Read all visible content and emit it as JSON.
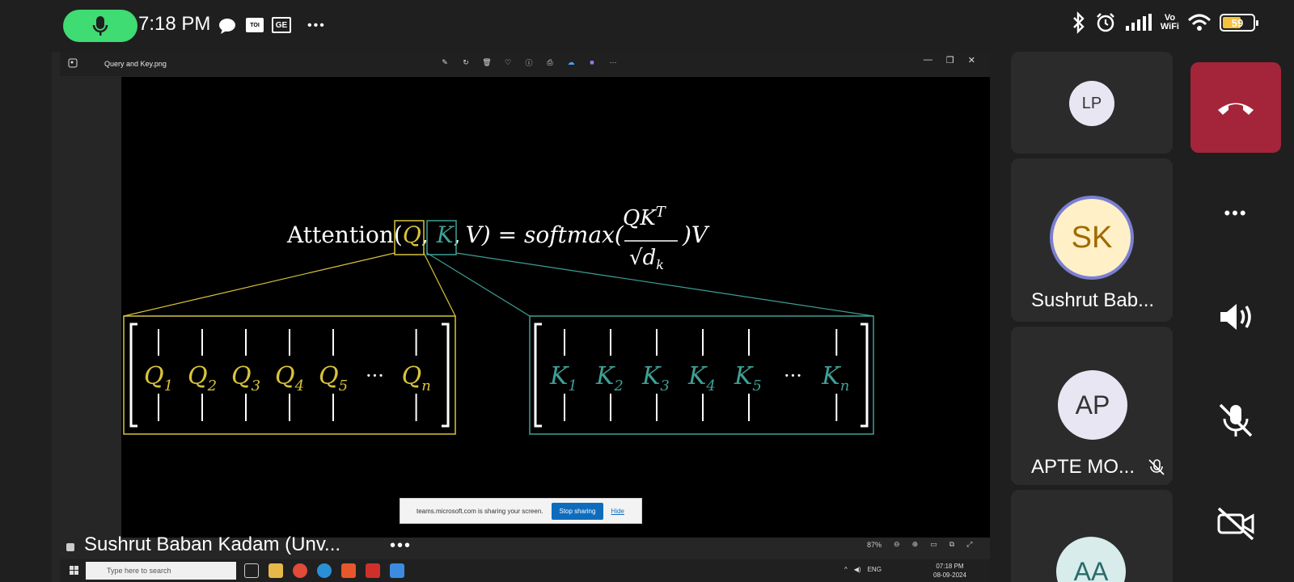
{
  "status_bar": {
    "time": "7:18 PM",
    "icons": [
      "mic-icon",
      "chat-icon",
      "toi-icon",
      "ge-icon",
      "more-icon",
      "bluetooth-icon",
      "alarm-icon",
      "signal-icon",
      "wifi-icon"
    ],
    "toi_label": "TOI",
    "ge_label": "GE",
    "more": "•••",
    "vo_label": "Vo",
    "wifi_label": "WiFi",
    "battery": "59"
  },
  "shared_window": {
    "app_icon": "photos-icon",
    "file_name": "Query and Key.png",
    "toolbar_icons": [
      "edit-icon",
      "rotate-icon",
      "delete-icon",
      "favorite-icon",
      "info-icon",
      "print-icon",
      "onedrive-icon",
      "clipchamp-icon",
      "more-icon"
    ],
    "toolbar_more": "···",
    "window_controls": [
      "—",
      "❐",
      "✕"
    ],
    "zoom": "87%",
    "banner_text": "teams.microsoft.com is sharing your screen.",
    "stop_sharing": "Stop sharing",
    "hide": "Hide",
    "taskbar_search": "Type here to search",
    "taskbar_lang": "ENG",
    "taskbar_time": "07:18 PM",
    "taskbar_date": "08-09-2024"
  },
  "slide": {
    "formula_left": "Attention(",
    "q": "Q",
    "k": "K",
    "v_tail": "V) = softmax(",
    "num": "QK",
    "num_sup": "T",
    "den": "√d",
    "den_sub": "k",
    "tail": ")V",
    "q_vectors": [
      "Q1",
      "Q2",
      "Q3",
      "Q4",
      "Q5",
      "Qn"
    ],
    "k_vectors": [
      "K1",
      "K2",
      "K3",
      "K4",
      "K5",
      "Kn"
    ],
    "ellipsis": "···",
    "colors": {
      "q": "#d8c43a",
      "k": "#3fa095"
    }
  },
  "presenter": {
    "name": "Sushrut Baban Kadam (Unv...",
    "more": "•••"
  },
  "participants": [
    {
      "initials": "LP",
      "name": ""
    },
    {
      "initials": "SK",
      "name": "Sushrut Bab..."
    },
    {
      "initials": "AP",
      "name": "APTE MO..."
    },
    {
      "initials": "AA",
      "name": ""
    }
  ],
  "controls": [
    "hang-up-icon",
    "more-options-icon",
    "speaker-icon",
    "mic-muted-icon",
    "video-off-icon"
  ],
  "controls_more": "•••"
}
